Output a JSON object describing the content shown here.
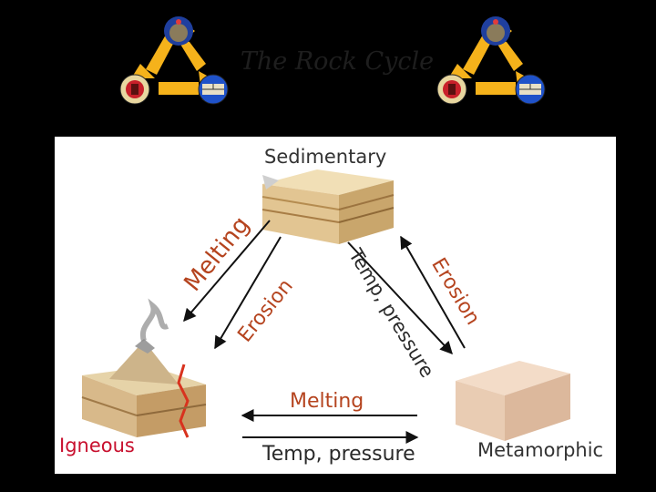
{
  "slide": {
    "title": "The Rock Cycle"
  },
  "rocks": {
    "sedimentary": "Sedimentary",
    "igneous": "Igneous",
    "metamorphic": "Metamorphic"
  },
  "processes": {
    "left_outer": "Melting",
    "left_inner": "Erosion",
    "right_inner": "Temp, pressure",
    "right_outer": "Erosion",
    "bottom_top": "Melting",
    "bottom_bottom": "Temp, pressure"
  },
  "colors": {
    "background": "#000000",
    "panel": "#ffffff",
    "process_text": "#b5441f",
    "rock_text": "#333333",
    "igneous_text": "#c8102e",
    "logo_arrow": "#f5b21b"
  },
  "icons": [
    "recycle-arrows-icon",
    "volcano-icon",
    "brick-wall-icon",
    "boulder-icon"
  ]
}
